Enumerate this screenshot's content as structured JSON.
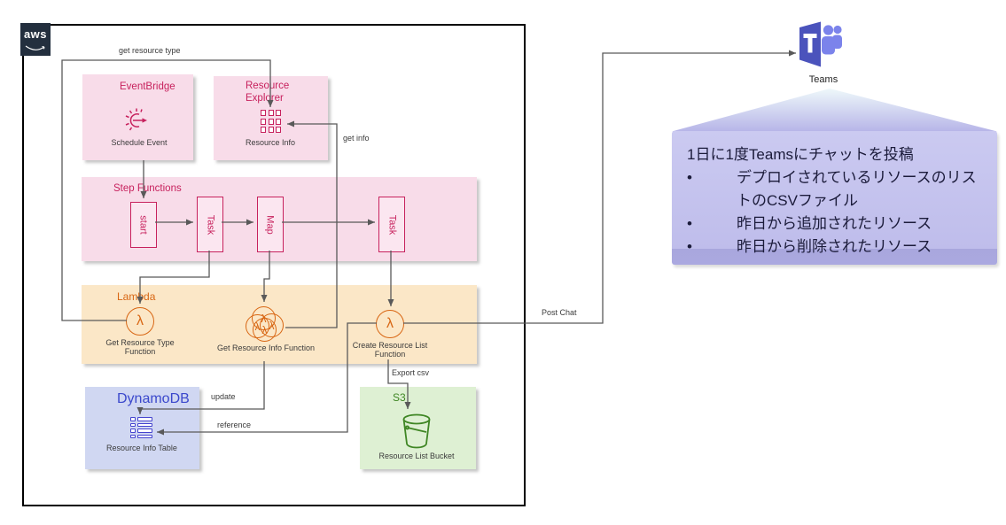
{
  "aws_label": "aws",
  "services": {
    "eventbridge": {
      "title": "EventBridge",
      "item": "Schedule Event"
    },
    "resource_explorer": {
      "title": "Resource Explorer",
      "item": "Resource Info"
    },
    "step_functions": {
      "title": "Step Functions",
      "nodes": [
        "start",
        "Task",
        "Map",
        "Task"
      ]
    },
    "lambda": {
      "title": "Lambda",
      "functions": [
        "Get Resource Type Function",
        "Get Resource Info Function",
        "Create Resource List Function"
      ]
    },
    "dynamodb": {
      "title": "DynamoDB",
      "item": "Resource Info Table"
    },
    "s3": {
      "title": "S3",
      "item": "Resource List Bucket"
    }
  },
  "connections": {
    "get_resource_type": "get resource type",
    "get_info": "get info",
    "update": "update",
    "reference": "reference",
    "export_csv": "Export csv",
    "post_chat": "Post Chat"
  },
  "teams": {
    "label": "Teams"
  },
  "callout": {
    "title": "1日に1度Teamsにチャットを投稿",
    "bullets": [
      "デプロイされているリソースのリストのCSVファイル",
      "昨日から追加されたリソース",
      "昨日から削除されたリソース"
    ]
  },
  "glyphs": {
    "lambda": "λ",
    "bullet": "•"
  },
  "colors": {
    "pink": "#c7215d",
    "orange": "#d86613",
    "blue": "#3b48cc",
    "green": "#3f8624",
    "line": "#595959",
    "teams_purple": "#4b53bc",
    "teams_light": "#7b83eb",
    "callout_fill": "#c5c3ee",
    "aws_dark": "#232f3e"
  }
}
